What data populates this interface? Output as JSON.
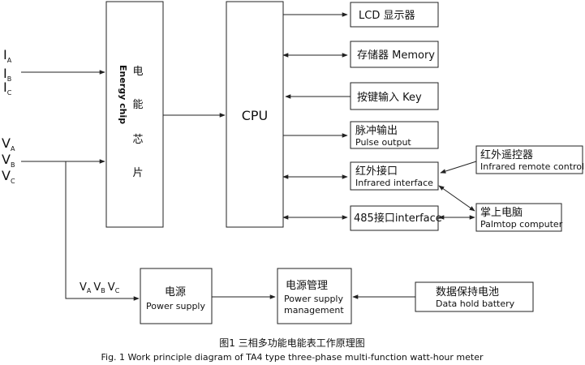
{
  "inputs": {
    "current": [
      {
        "main": "I",
        "sub": "A"
      },
      {
        "main": "I",
        "sub": "B"
      },
      {
        "main": "I",
        "sub": "C"
      }
    ],
    "voltage": [
      {
        "main": "V",
        "sub": "A"
      },
      {
        "main": "V",
        "sub": "B"
      },
      {
        "main": "V",
        "sub": "C"
      }
    ],
    "power_label": [
      {
        "main": "V",
        "sub": "A"
      },
      {
        "main": "V",
        "sub": "B"
      },
      {
        "main": "V",
        "sub": "C"
      }
    ]
  },
  "energy_chip": {
    "zh": [
      "电",
      "能",
      "芯",
      "片"
    ],
    "en": "Energy chip"
  },
  "cpu": {
    "label": "CPU"
  },
  "peripherals": {
    "lcd": "LCD 显示器",
    "memory": "存储器 Memory",
    "key": "按键输入 Key",
    "pulse_zh": "脉冲输出",
    "pulse_en": "Pulse output",
    "ir_zh": "红外接口",
    "ir_en": "Infrared interface",
    "rs485": "485接口interface"
  },
  "external": {
    "remote_zh": "红外遥控器",
    "remote_en": "Infrared remote controller",
    "palmtop_zh": "掌上电脑",
    "palmtop_en": "Palmtop computer"
  },
  "power": {
    "supply_zh": "电源",
    "supply_en": "Power supply",
    "mgmt_zh": "电源管理",
    "mgmt_en1": "Power supply",
    "mgmt_en2": "management",
    "battery_zh": "数据保持电池",
    "battery_en": "Data hold battery"
  },
  "caption": {
    "zh": "图1  三相多功能电能表工作原理图",
    "en": "Fig. 1  Work principle diagram of TA4 type three-phase multi-function watt-hour meter"
  }
}
